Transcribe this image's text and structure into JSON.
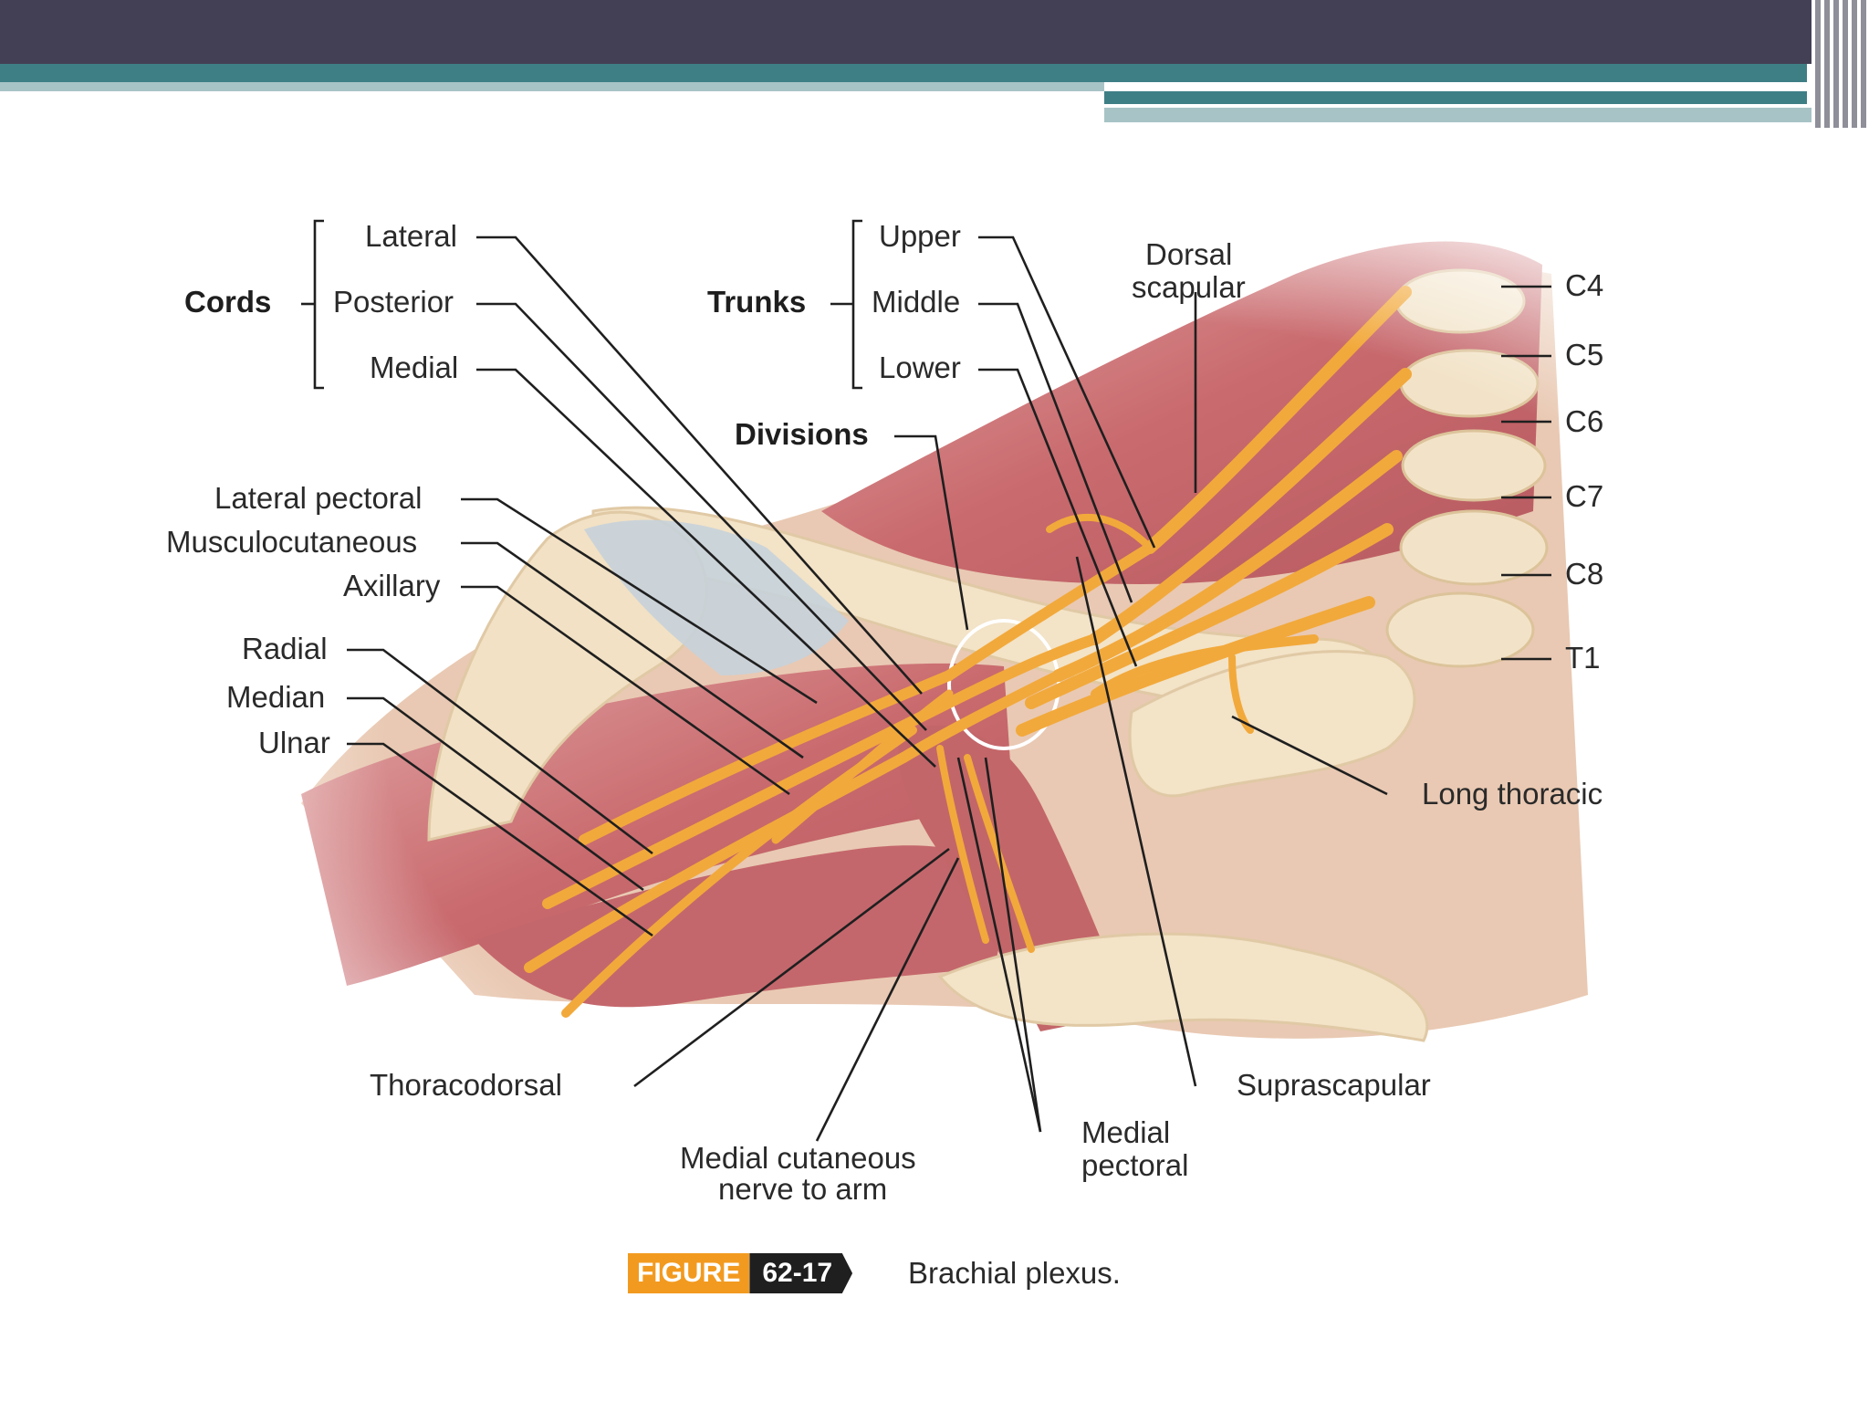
{
  "figure": {
    "badge_word": "FIGURE",
    "badge_number": "62-17",
    "caption": "Brachial plexus."
  },
  "groups": {
    "cords": "Cords",
    "trunks": "Trunks",
    "divisions": "Divisions"
  },
  "cords": [
    "Lateral",
    "Posterior",
    "Medial"
  ],
  "trunks": [
    "Upper",
    "Middle",
    "Lower"
  ],
  "left_labels": [
    "Lateral pectoral",
    "Musculocutaneous",
    "Axillary",
    "Radial",
    "Median",
    "Ulnar"
  ],
  "roots": [
    "C4",
    "C5",
    "C6",
    "C7",
    "C8",
    "T1"
  ],
  "dorsal_scapular": [
    "Dorsal",
    "scapular"
  ],
  "long_thoracic": "Long thoracic",
  "thoracodorsal": "Thoracodorsal",
  "medial_cutaneous": [
    "Medial cutaneous",
    "nerve to arm"
  ],
  "medial_pectoral": [
    "Medial",
    "pectoral"
  ],
  "suprascapular": "Suprascapular",
  "colors": {
    "header_bar": "#434055",
    "teal_stripe": "#3e7f86",
    "light_stripe": "#a8c3c6",
    "nerve": "#f2a93b",
    "muscle": "#c96a6e",
    "bone": "#f3e3c7",
    "figure_badge": "#f29a1f"
  }
}
